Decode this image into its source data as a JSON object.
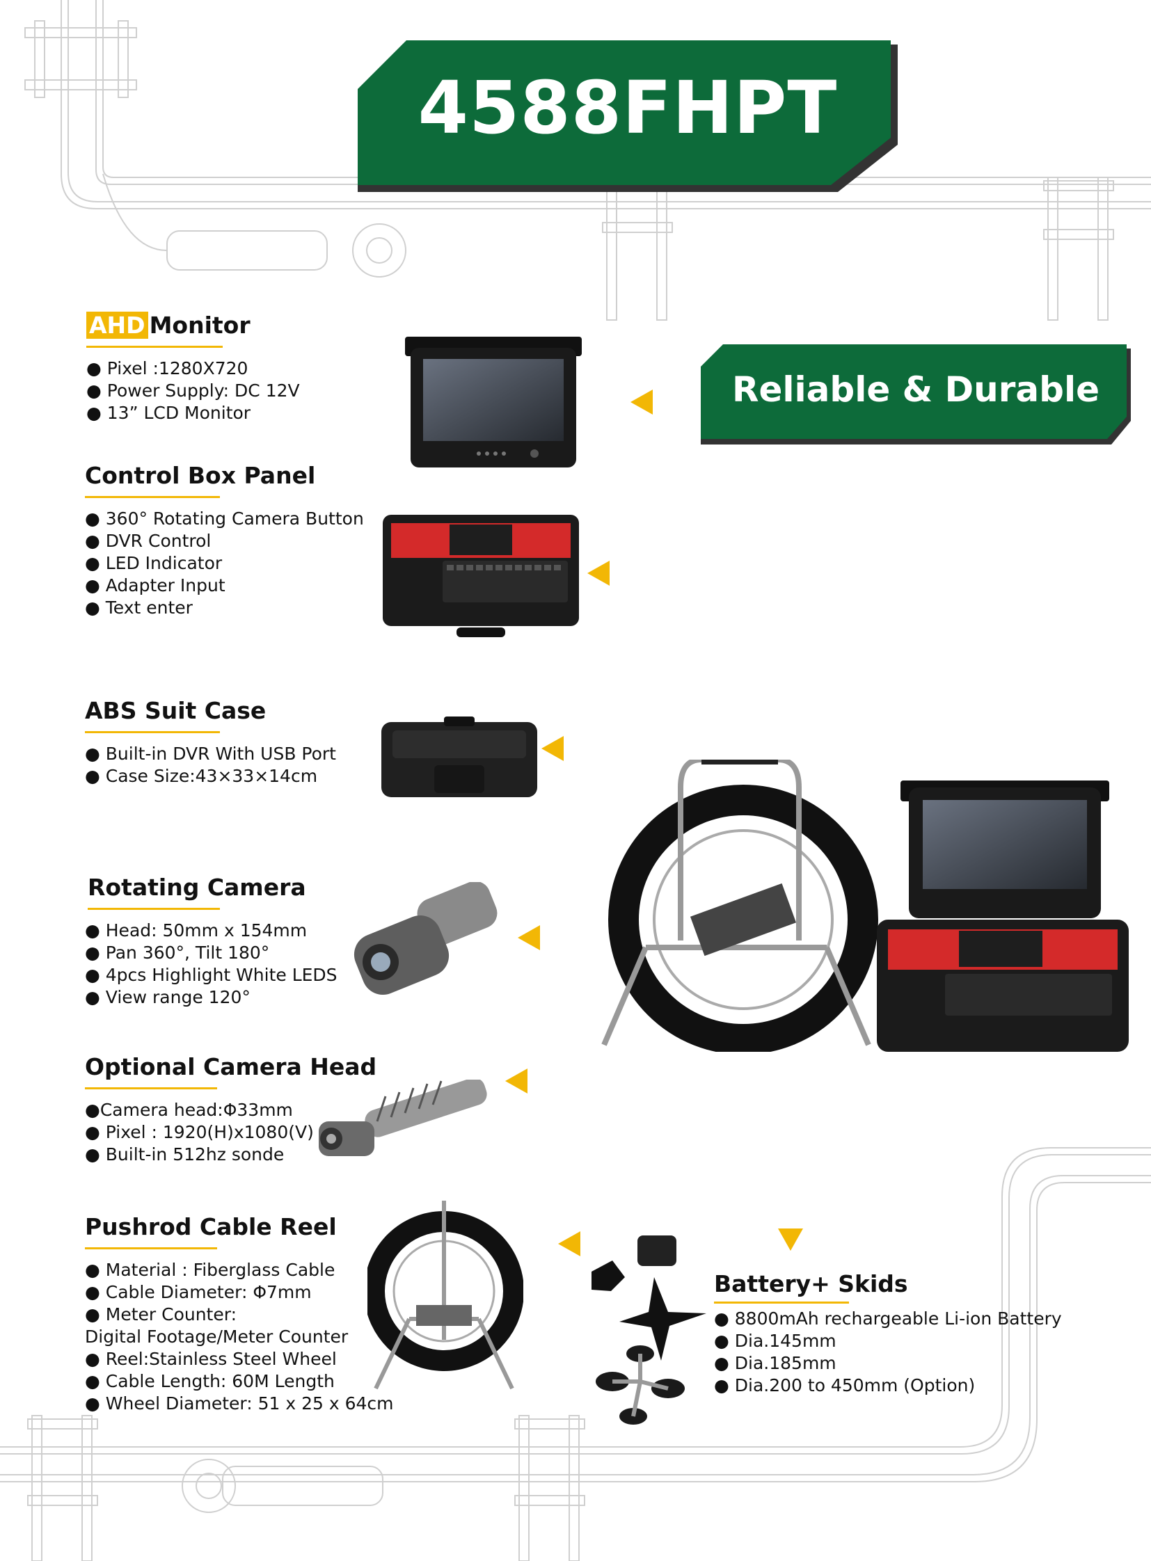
{
  "header": {
    "model": "4588FHPT",
    "slogan": "Reliable & Durable"
  },
  "colors": {
    "brand_green": "#0d6b3a",
    "accent_yellow": "#f2b705",
    "pipe_gray": "#cfcfcf"
  },
  "sections": {
    "monitor": {
      "tag": "AHD",
      "title": "Monitor",
      "items": [
        "● Pixel :1280X720",
        "● Power Supply: DC 12V",
        "● 13”  LCD Monitor"
      ]
    },
    "control": {
      "title": "Control Box Panel",
      "items": [
        "● 360° Rotating Camera Button",
        "● DVR Control",
        "● LED Indicator",
        "● Adapter Input",
        "● Text enter"
      ]
    },
    "abs": {
      "title": "ABS Suit Case",
      "items": [
        "● Built-in DVR With USB Port",
        "● Case Size:43×33×14cm"
      ]
    },
    "camera": {
      "title": "Rotating Camera",
      "items": [
        "● Head: 50mm x 154mm",
        "● Pan 360°, Tilt 180°",
        "● 4pcs Highlight White LEDS",
        "● View range 120°"
      ]
    },
    "optional": {
      "title": "Optional Camera Head",
      "items": [
        "●Camera head:Φ33mm",
        "● Pixel : 1920(H)x1080(V)",
        "● Built-in 512hz sonde"
      ]
    },
    "reel": {
      "title": "Pushrod Cable Reel",
      "items": [
        "● Material : Fiberglass Cable",
        "● Cable Diameter: Φ7mm",
        "● Meter Counter:",
        "Digital Footage/Meter Counter",
        "● Reel:Stainless Steel Wheel",
        "● Cable Length: 60M Length",
        "● Wheel Diameter: 51 x 25 x 64cm"
      ]
    },
    "battery": {
      "title": "Battery+ Skids",
      "items": [
        "● 8800mAh rechargeable Li-ion Battery",
        "●  Dia.145mm",
        "●  Dia.185mm",
        "●  Dia.200 to 450mm (Option)"
      ]
    }
  }
}
